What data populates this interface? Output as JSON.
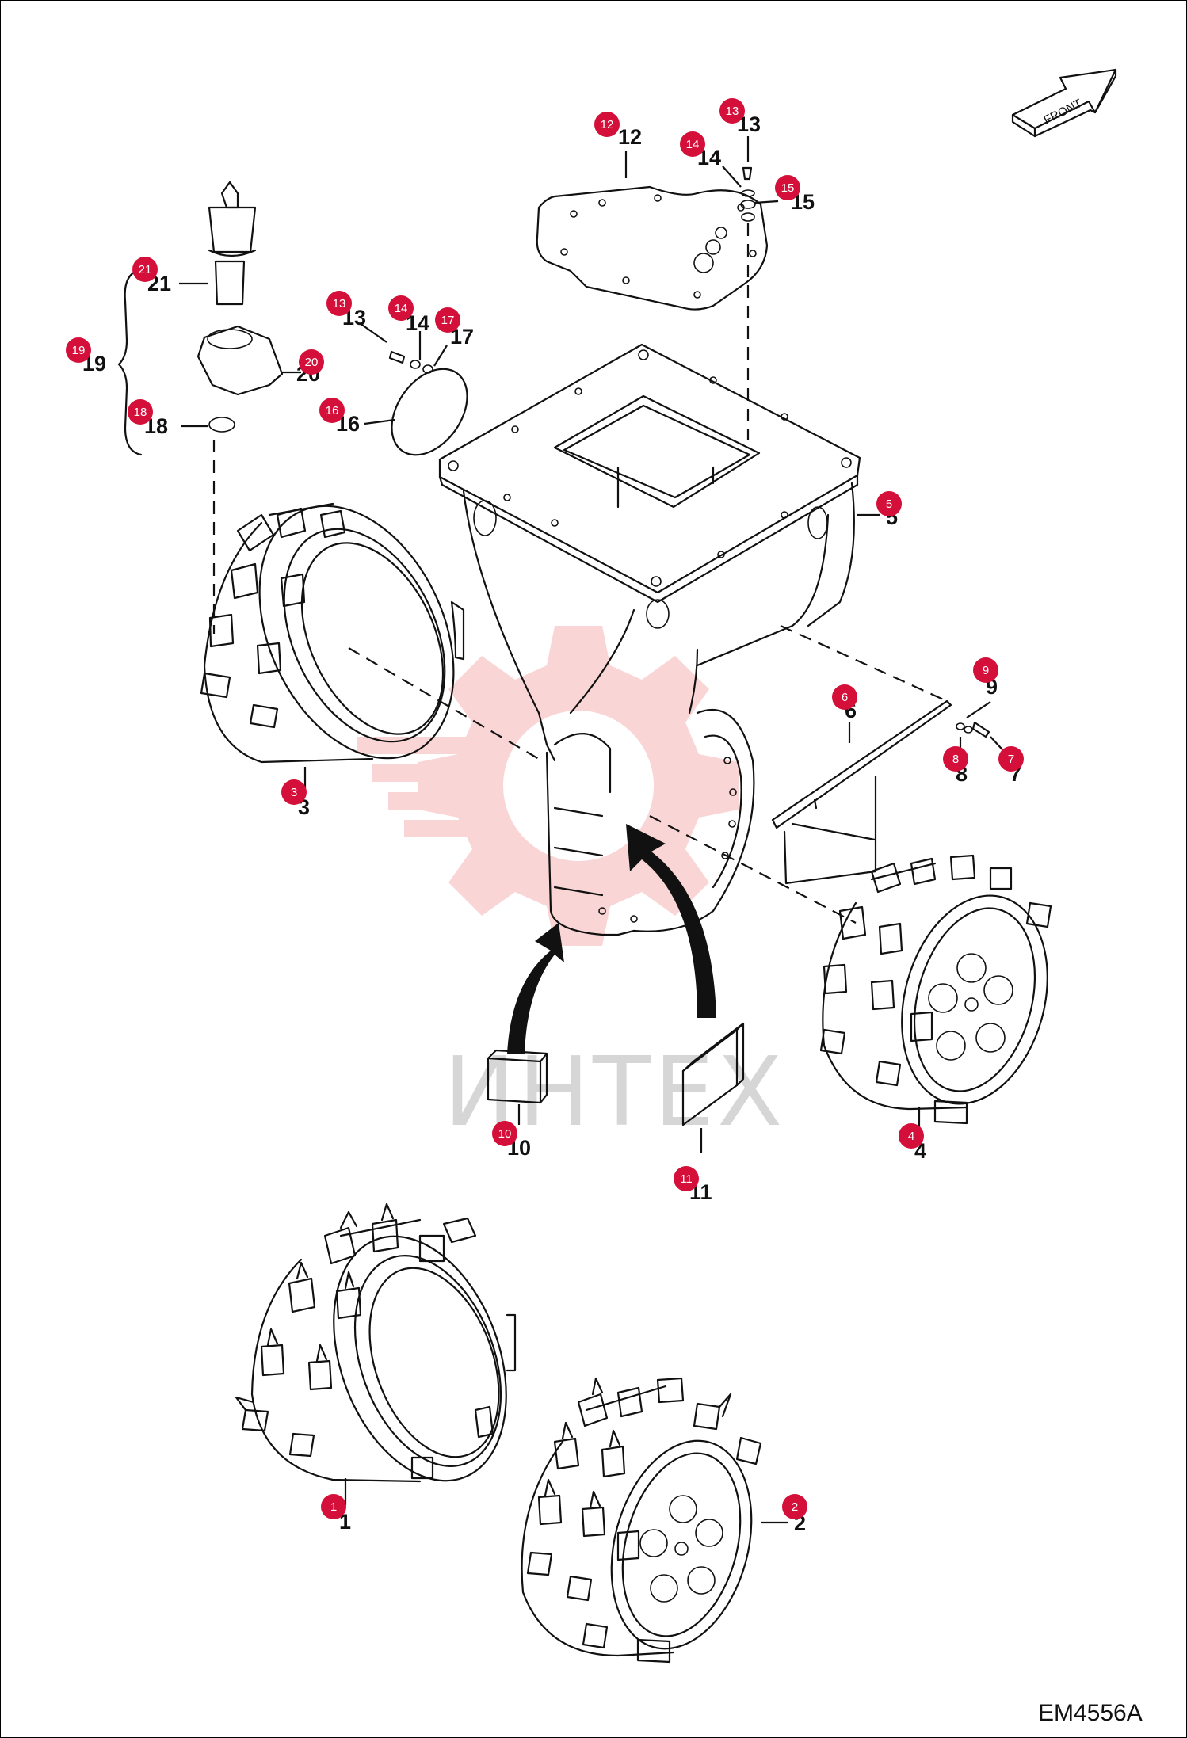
{
  "diagram": {
    "drawing_code": "EM4556A",
    "front_label": "FRONT",
    "watermark": {
      "text": "ИНТЕХ",
      "color": "#f6b3b3"
    },
    "accent_color": "#d4103a",
    "callouts": [
      {
        "id": "c1",
        "badge": "1",
        "label": "1"
      },
      {
        "id": "c2",
        "badge": "2",
        "label": "2"
      },
      {
        "id": "c3",
        "badge": "3",
        "label": "3"
      },
      {
        "id": "c4",
        "badge": "4",
        "label": "4"
      },
      {
        "id": "c5",
        "badge": "5",
        "label": "5"
      },
      {
        "id": "c6",
        "badge": "6",
        "label": "6"
      },
      {
        "id": "c7",
        "badge": "7",
        "label": "7"
      },
      {
        "id": "c8",
        "badge": "8",
        "label": "8"
      },
      {
        "id": "c9",
        "badge": "9",
        "label": "9"
      },
      {
        "id": "c10",
        "badge": "10",
        "label": "10"
      },
      {
        "id": "c11",
        "badge": "11",
        "label": "11"
      },
      {
        "id": "c12",
        "badge": "12",
        "label": "12"
      },
      {
        "id": "c13a",
        "badge": "13",
        "label": "13"
      },
      {
        "id": "c14a",
        "badge": "14",
        "label": "14"
      },
      {
        "id": "c15",
        "badge": "15",
        "label": "15"
      },
      {
        "id": "c13b",
        "badge": "13",
        "label": "13"
      },
      {
        "id": "c14b",
        "badge": "14",
        "label": "14"
      },
      {
        "id": "c17",
        "badge": "17",
        "label": "17"
      },
      {
        "id": "c16",
        "badge": "16",
        "label": "16"
      },
      {
        "id": "c18",
        "badge": "18",
        "label": "18"
      },
      {
        "id": "c19",
        "badge": "19",
        "label": "19"
      },
      {
        "id": "c20",
        "badge": "20",
        "label": "20"
      },
      {
        "id": "c21",
        "badge": "21",
        "label": "21"
      }
    ]
  }
}
